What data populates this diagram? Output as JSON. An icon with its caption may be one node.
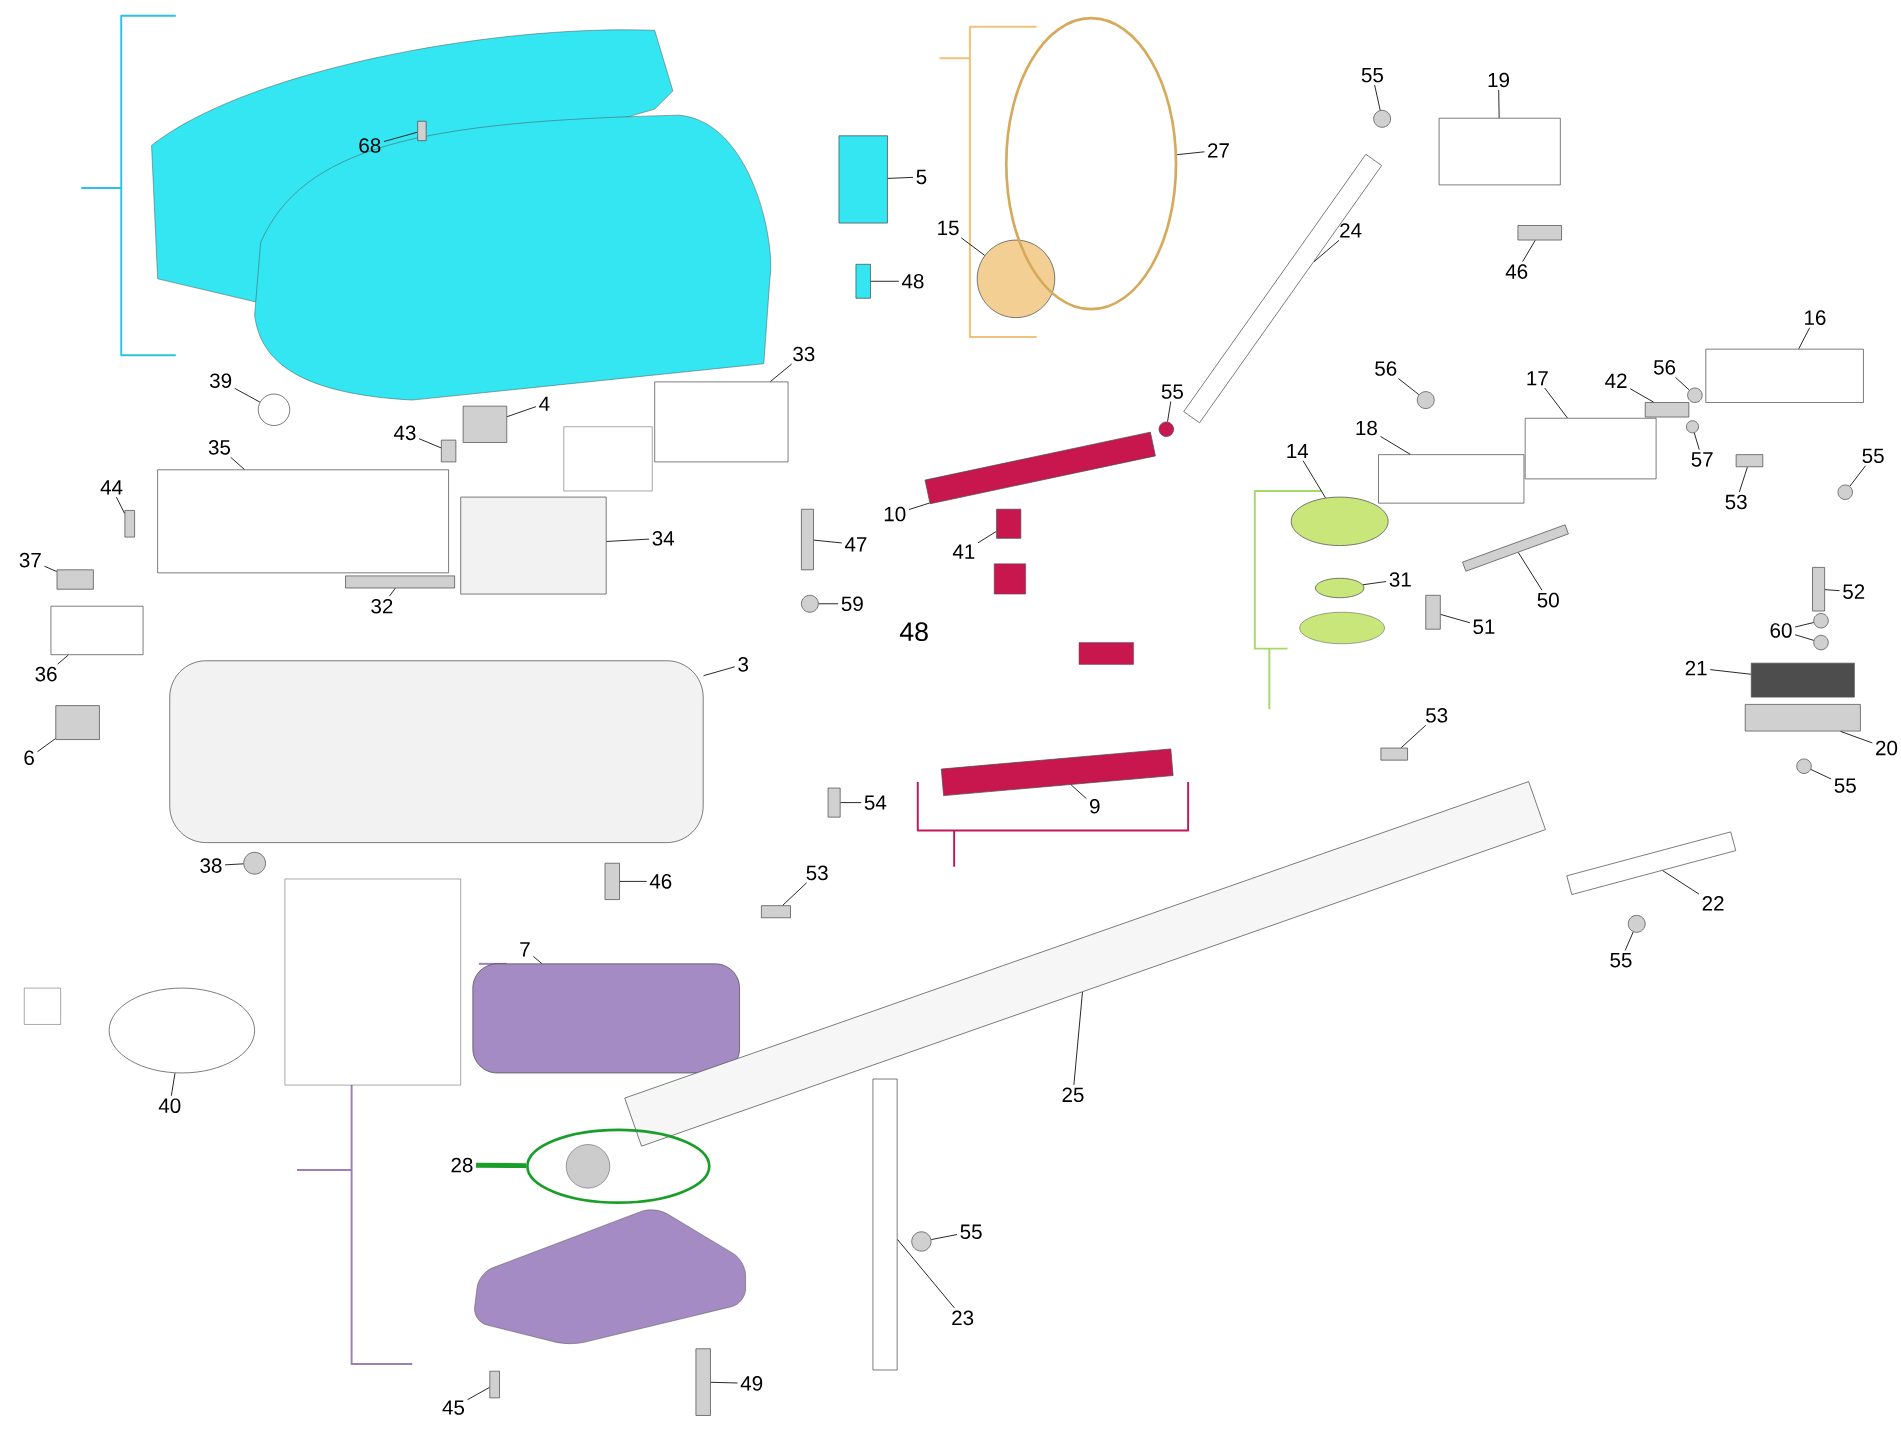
{
  "diagram": {
    "nodes": [
      {
        "text": [
          "68"
        ]
      },
      {
        "text": [
          "5"
        ]
      },
      {
        "text": [
          "48"
        ]
      },
      {
        "text": [
          "15"
        ]
      },
      {
        "text": [
          "27"
        ]
      },
      {
        "text": [
          "55"
        ]
      },
      {
        "text": [
          "19"
        ]
      },
      {
        "text": [
          "24"
        ]
      },
      {
        "text": [
          "46"
        ]
      },
      {
        "text": [
          "39"
        ]
      },
      {
        "text": [
          "4"
        ]
      },
      {
        "text": [
          "43"
        ]
      },
      {
        "text": [
          "33"
        ]
      },
      {
        "text": [
          "35"
        ]
      },
      {
        "text": [
          "44"
        ]
      },
      {
        "text": [
          "37"
        ]
      },
      {
        "text": [
          "34"
        ]
      },
      {
        "text": [
          "47"
        ]
      },
      {
        "text": [
          "32"
        ]
      },
      {
        "text": [
          "59"
        ]
      },
      {
        "text": [
          "36"
        ]
      },
      {
        "text": [
          "3"
        ]
      },
      {
        "text": [
          "6"
        ]
      },
      {
        "text": [
          "54"
        ]
      },
      {
        "text": [
          "38"
        ]
      },
      {
        "text": [
          "46"
        ]
      },
      {
        "text": [
          "7"
        ]
      },
      {
        "text": [
          "40"
        ]
      },
      {
        "text": [
          "10"
        ]
      },
      {
        "text": [
          "55"
        ]
      },
      {
        "text": [
          "41"
        ]
      },
      {
        "text": [
          "9"
        ]
      },
      {
        "text": [
          "14"
        ]
      },
      {
        "text": [
          "56"
        ]
      },
      {
        "text": [
          "18"
        ]
      },
      {
        "text": [
          "17"
        ]
      },
      {
        "text": [
          "42"
        ]
      },
      {
        "text": [
          "56"
        ]
      },
      {
        "text": [
          "16"
        ]
      },
      {
        "text": [
          "57"
        ]
      },
      {
        "text": [
          "55"
        ]
      },
      {
        "text": [
          "53"
        ]
      },
      {
        "text": [
          "31"
        ]
      },
      {
        "text": [
          "50"
        ]
      },
      {
        "text": [
          "51"
        ]
      },
      {
        "text": [
          "52"
        ]
      },
      {
        "text": [
          "60"
        ]
      },
      {
        "text": [
          "21"
        ]
      },
      {
        "text": [
          "20"
        ]
      },
      {
        "text": [
          "53"
        ]
      },
      {
        "text": [
          "55"
        ]
      },
      {
        "text": [
          "22"
        ]
      },
      {
        "text": [
          "55"
        ]
      },
      {
        "text": [
          "53"
        ]
      },
      {
        "text": [
          "25"
        ]
      },
      {
        "text": [
          "28"
        ]
      },
      {
        "text": [
          "55"
        ]
      },
      {
        "text": [
          "23"
        ]
      },
      {
        "text": [
          "49"
        ]
      },
      {
        "text": [
          "45"
        ]
      },
      {
        "text": [],
        "shape": "box"
      },
      {
        "text": [],
        "shape": "box"
      },
      {
        "text": [],
        "shape": "box"
      },
      {
        "text": [],
        "shape": "circle"
      },
      {
        "text": [],
        "shape": "loop"
      },
      {
        "text": [],
        "shape": "circle"
      },
      {
        "text": [],
        "shape": "box"
      },
      {
        "text": [],
        "shape": "bar"
      },
      {
        "text": [],
        "shape": "box"
      },
      {
        "text": [],
        "shape": "circle"
      },
      {
        "text": [],
        "shape": "box"
      },
      {
        "text": [],
        "shape": "box"
      },
      {
        "text": [],
        "shape": "box"
      },
      {
        "text": [],
        "shape": "box"
      },
      {
        "text": [],
        "shape": "box"
      },
      {
        "text": [],
        "shape": "box"
      },
      {
        "text": [],
        "shape": "box"
      },
      {
        "text": [],
        "shape": "box"
      },
      {
        "text": [],
        "shape": "box"
      },
      {
        "text": [],
        "shape": "circle"
      },
      {
        "text": [],
        "shape": "box"
      },
      {
        "text": [],
        "shape": "box"
      },
      {
        "text": [],
        "shape": "box"
      },
      {
        "text": [],
        "shape": "box"
      },
      {
        "text": [],
        "shape": "circle"
      },
      {
        "text": [],
        "shape": "box"
      },
      {
        "text": [],
        "shape": "box"
      },
      {
        "text": [],
        "shape": "circle"
      },
      {
        "text": [],
        "shape": "bar"
      },
      {
        "text": [],
        "shape": "circle"
      },
      {
        "text": [],
        "shape": "box"
      },
      {
        "text": [],
        "shape": "bar"
      },
      {
        "text": [],
        "shape": "circle"
      },
      {
        "text": [],
        "shape": "circle"
      },
      {
        "text": [],
        "shape": "box"
      },
      {
        "text": [],
        "shape": "box"
      },
      {
        "text": [],
        "shape": "box"
      },
      {
        "text": [],
        "shape": "circle"
      },
      {
        "text": [],
        "shape": "box"
      },
      {
        "text": [],
        "shape": "circle"
      },
      {
        "text": [],
        "shape": "circle"
      },
      {
        "text": [],
        "shape": "box"
      },
      {
        "text": [],
        "shape": "circle"
      },
      {
        "text": [],
        "shape": "bar"
      },
      {
        "text": [],
        "shape": "box"
      },
      {
        "text": [],
        "shape": "box"
      },
      {
        "text": [],
        "shape": "circle"
      },
      {
        "text": [],
        "shape": "circle"
      },
      {
        "text": [],
        "shape": "box"
      },
      {
        "text": [],
        "shape": "box"
      },
      {
        "text": [],
        "shape": "box"
      },
      {
        "text": [],
        "shape": "circle"
      },
      {
        "text": [],
        "shape": "bar"
      },
      {
        "text": [],
        "shape": "circle"
      },
      {
        "text": [],
        "shape": "box"
      },
      {
        "text": [],
        "shape": "bar"
      },
      {
        "text": [],
        "shape": "loop"
      },
      {
        "text": [],
        "shape": "circle"
      },
      {
        "text": [],
        "shape": "box"
      },
      {
        "text": [],
        "shape": "box"
      },
      {
        "text": [],
        "shape": "box"
      }
    ],
    "edges": [
      {
        "from": 0,
        "to": 60,
        "arrow": "none"
      },
      {
        "from": 1,
        "to": 61,
        "arrow": "none"
      },
      {
        "from": 2,
        "to": 62,
        "arrow": "none"
      },
      {
        "from": 3,
        "to": 63,
        "arrow": "none"
      },
      {
        "from": 4,
        "to": 64,
        "arrow": "none"
      },
      {
        "from": 5,
        "to": 65,
        "arrow": "none"
      },
      {
        "from": 6,
        "to": 66,
        "arrow": "none"
      },
      {
        "from": 7,
        "to": 67,
        "arrow": "none"
      },
      {
        "from": 8,
        "to": 68,
        "arrow": "none"
      },
      {
        "from": 9,
        "to": 69,
        "arrow": "none"
      },
      {
        "from": 10,
        "to": 70,
        "arrow": "none"
      },
      {
        "from": 11,
        "to": 71,
        "arrow": "none"
      },
      {
        "from": 12,
        "to": 72,
        "arrow": "none"
      },
      {
        "from": 13,
        "to": 73,
        "arrow": "none"
      },
      {
        "from": 14,
        "to": 74,
        "arrow": "none"
      },
      {
        "from": 15,
        "to": 75,
        "arrow": "none"
      },
      {
        "from": 16,
        "to": 76,
        "arrow": "none"
      },
      {
        "from": 17,
        "to": 77,
        "arrow": "none"
      },
      {
        "from": 18,
        "to": 78,
        "arrow": "none"
      },
      {
        "from": 19,
        "to": 79,
        "arrow": "none"
      },
      {
        "from": 20,
        "to": 80,
        "arrow": "none"
      },
      {
        "from": 21,
        "to": 81,
        "arrow": "none"
      },
      {
        "from": 22,
        "to": 82,
        "arrow": "none"
      },
      {
        "from": 23,
        "to": 83,
        "arrow": "none"
      },
      {
        "from": 24,
        "to": 84,
        "arrow": "none"
      },
      {
        "from": 25,
        "to": 85,
        "arrow": "none"
      },
      {
        "from": 26,
        "to": 86,
        "arrow": "none"
      },
      {
        "from": 27,
        "to": 87,
        "arrow": "none"
      },
      {
        "from": 28,
        "to": 88,
        "arrow": "none"
      },
      {
        "from": 29,
        "to": 89,
        "arrow": "none"
      },
      {
        "from": 30,
        "to": 90,
        "arrow": "none"
      },
      {
        "from": 31,
        "to": 91,
        "arrow": "none"
      },
      {
        "from": 32,
        "to": 92,
        "arrow": "none"
      },
      {
        "from": 33,
        "to": 93,
        "arrow": "none"
      },
      {
        "from": 34,
        "to": 94,
        "arrow": "none"
      },
      {
        "from": 35,
        "to": 95,
        "arrow": "none"
      },
      {
        "from": 36,
        "to": 96,
        "arrow": "none"
      },
      {
        "from": 37,
        "to": 97,
        "arrow": "none"
      },
      {
        "from": 38,
        "to": 98,
        "arrow": "none"
      },
      {
        "from": 39,
        "to": 99,
        "arrow": "none"
      },
      {
        "from": 40,
        "to": 100,
        "arrow": "none"
      },
      {
        "from": 41,
        "to": 101,
        "arrow": "none"
      },
      {
        "from": 42,
        "to": 102,
        "arrow": "none"
      },
      {
        "from": 43,
        "to": 103,
        "arrow": "none"
      },
      {
        "from": 44,
        "to": 104,
        "arrow": "none"
      },
      {
        "from": 45,
        "to": 105,
        "arrow": "none"
      },
      {
        "from": 46,
        "to": 106,
        "arrow": "none"
      },
      {
        "from": 46,
        "to": 107,
        "arrow": "none"
      },
      {
        "from": 47,
        "to": 108,
        "arrow": "none"
      },
      {
        "from": 48,
        "to": 109,
        "arrow": "none"
      },
      {
        "from": 49,
        "to": 110,
        "arrow": "none"
      },
      {
        "from": 50,
        "to": 111,
        "arrow": "none"
      },
      {
        "from": 51,
        "to": 112,
        "arrow": "none"
      },
      {
        "from": 52,
        "to": 113,
        "arrow": "none"
      },
      {
        "from": 53,
        "to": 114,
        "arrow": "none"
      },
      {
        "from": 54,
        "to": 115,
        "arrow": "none"
      },
      {
        "from": 55,
        "to": 116,
        "arrow": "none",
        "style": "thick",
        "color": "#1a9e2a"
      },
      {
        "from": 56,
        "to": 117,
        "arrow": "none"
      },
      {
        "from": 57,
        "to": 118,
        "arrow": "none"
      },
      {
        "from": 58,
        "to": 119,
        "arrow": "none"
      },
      {
        "from": 59,
        "to": 120,
        "arrow": "none"
      }
    ],
    "labels": [
      "48"
    ]
  }
}
